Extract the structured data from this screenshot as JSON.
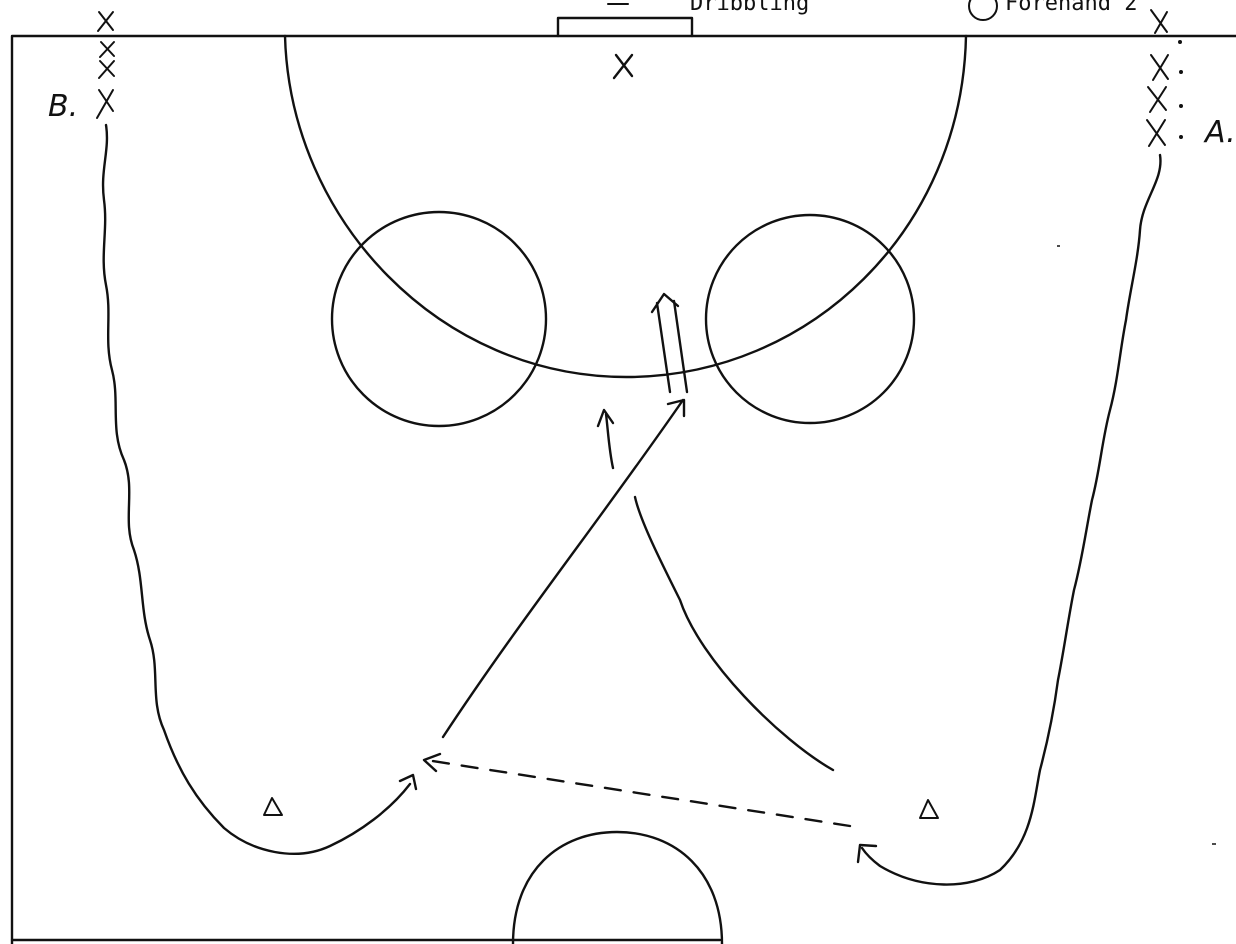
{
  "legend": {
    "dribbling_label": "Dribbling",
    "right_label": "Forehand 2"
  },
  "groups": {
    "left_label": "B.",
    "right_label": "A."
  },
  "marks": {
    "player": "X",
    "cone": "Δ"
  },
  "colors": {
    "ink": "#111111",
    "paper": "#ffffff"
  }
}
